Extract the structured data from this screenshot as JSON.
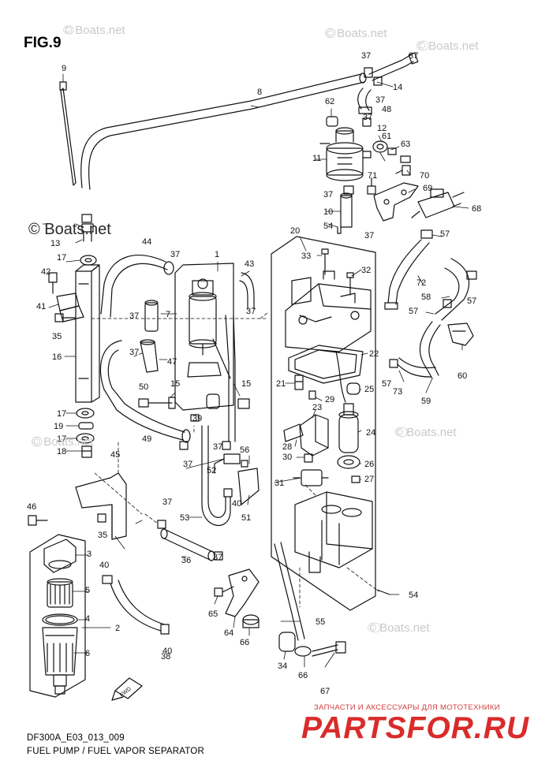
{
  "figure_label": "FIG.9",
  "watermarks": [
    "© Boats.net",
    "© Boats.net",
    "© Boats.net",
    "© Boats.net",
    "© Boats.net",
    "© Boats.net"
  ],
  "watermark_main": "© Boats.net",
  "caption_code": "DF300A_E03_013_009",
  "caption_title": "FUEL PUMP / FUEL VAPOR SEPARATOR",
  "shop_line": "ЗАПЧАСТИ И АКСЕССУАРЫ ДЛЯ МОТОТЕХНИКИ",
  "shop_logo": "PARTSFOR.RU",
  "fwd_label": "FWD",
  "callouts": [
    "1",
    "2",
    "3",
    "4",
    "5",
    "6",
    "7",
    "8",
    "9",
    "10",
    "11",
    "12",
    "13",
    "14",
    "15",
    "15",
    "16",
    "17",
    "17",
    "17",
    "18",
    "19",
    "20",
    "21",
    "22",
    "23",
    "24",
    "25",
    "26",
    "27",
    "28",
    "29",
    "30",
    "31",
    "32",
    "33",
    "34",
    "35",
    "35",
    "36",
    "37",
    "37",
    "37",
    "37",
    "37",
    "37",
    "37",
    "37",
    "37",
    "37",
    "37",
    "37",
    "37",
    "37",
    "38",
    "39",
    "40",
    "40",
    "40",
    "41",
    "42",
    "43",
    "44",
    "45",
    "46",
    "47",
    "48",
    "49",
    "50",
    "51",
    "52",
    "53",
    "54",
    "54",
    "55",
    "56",
    "57",
    "57",
    "57",
    "57",
    "58",
    "59",
    "60",
    "61",
    "62",
    "63",
    "64",
    "65",
    "66",
    "66",
    "67",
    "68",
    "69",
    "70",
    "71",
    "72",
    "73"
  ],
  "colors": {
    "line": "#111111",
    "watermark": "#c9c9c9",
    "shop_red": "#d92b2b"
  }
}
